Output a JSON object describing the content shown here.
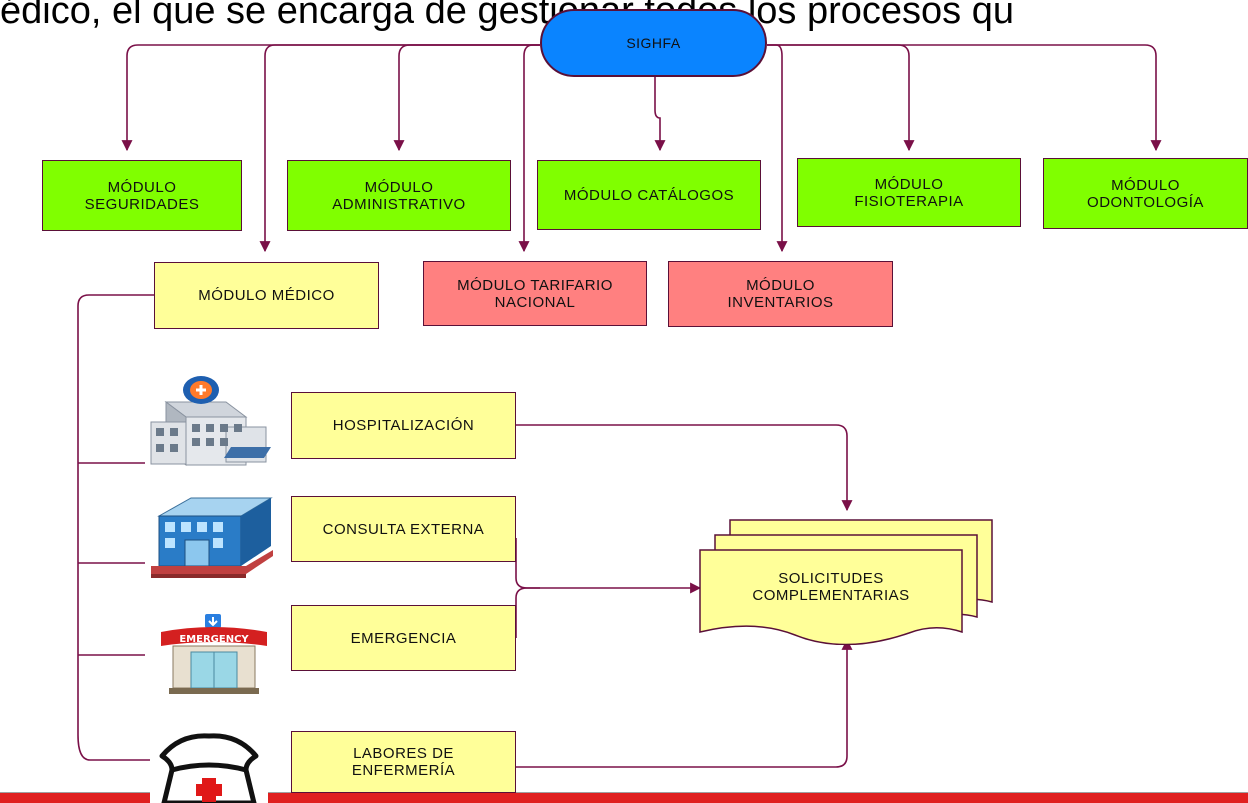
{
  "header_text": "édico, el que se encarga de gestionar todos los procesos qu",
  "root": {
    "label": "SIGHFA"
  },
  "modules": {
    "seguridades": "MÓDULO\nSEGURIDADES",
    "administrativo": "MÓDULO\nADMINISTRATIVO",
    "catalogos": "MÓDULO CATÁLOGOS",
    "fisioterapia": "MÓDULO\nFISIOTERAPIA",
    "odontologia": "MÓDULO\nODONTOLOGÍA",
    "medico": "MÓDULO MÉDICO",
    "tarifario": "MÓDULO TARIFARIO\nNACIONAL",
    "inventarios": "MÓDULO\nINVENTARIOS"
  },
  "sub_modules": {
    "hospitalizacion": "HOSPITALIZACIÓN",
    "consulta_externa": "CONSULTA EXTERNA",
    "emergencia": "EMERGENCIA",
    "enfermeria": "LABORES DE\nENFERMERÍA"
  },
  "output_doc": {
    "label": "SOLICITUDES\nCOMPLEMENTARIAS"
  },
  "icons": {
    "hospital": "hospital-building-icon",
    "clinic": "clinic-building-icon",
    "emergency": "emergency-room-icon",
    "emergency_sign": "EMERGENCY",
    "nurse_cap": "nurse-cap-icon"
  },
  "colors": {
    "module_green": "#80ff00",
    "module_yellow": "#ffff99",
    "module_red": "#ff8080",
    "root_blue": "#0a84ff",
    "connector": "#7a1048",
    "bottom_bar": "#e02020"
  }
}
